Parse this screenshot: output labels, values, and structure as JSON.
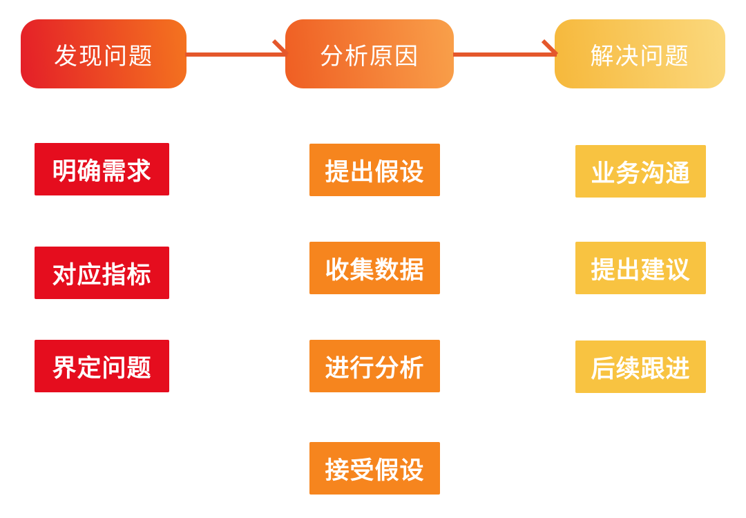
{
  "flowchart": {
    "columns": [
      {
        "header": "发现问题",
        "items": [
          "明确需求",
          "对应指标",
          "界定问题"
        ]
      },
      {
        "header": "分析原因",
        "items": [
          "提出假设",
          "收集数据",
          "进行分析",
          "接受假设"
        ]
      },
      {
        "header": "解决问题",
        "items": [
          "业务沟通",
          "提出建议",
          "后续跟进"
        ]
      }
    ],
    "arrows": [
      {
        "from": "发现问题",
        "to": "分析原因"
      },
      {
        "from": "分析原因",
        "to": "解决问题"
      }
    ]
  },
  "colors": {
    "step1_box": "#E50D1E",
    "step2_box": "#F6851E",
    "step3_box": "#F8C341",
    "arrow": "#E4572B",
    "header1_start": "#E41E28",
    "header1_end": "#F4741F",
    "header2_start": "#EF5E23",
    "header2_end": "#F9A04A",
    "header3_start": "#F6B83B",
    "header3_end": "#FBD97E",
    "text": "#FFFFFF",
    "background": "#FFFFFF"
  }
}
